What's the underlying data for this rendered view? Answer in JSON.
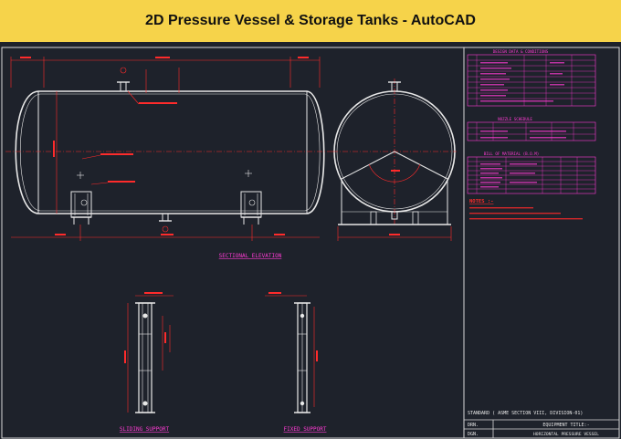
{
  "banner": {
    "title": "2D Pressure Vessel & Storage Tanks - AutoCAD",
    "bg_color": "#f6d34a"
  },
  "drawing": {
    "colors": {
      "outline": "#e8e8e8",
      "dimension": "#ff2b2b",
      "table": "#ff3bd4",
      "annotation": "#ff3bd4",
      "background": "#1e222b"
    },
    "views": {
      "sectional_elevation": "SECTIONAL ELEVATION",
      "sliding_support": "SLIDING SUPPORT",
      "fixed_support": "FIXED SUPPORT"
    },
    "tables": {
      "design_data": "DESIGN DATA & CONDITIONS",
      "nozzle_schedule": "NOZZLE SCHEDULE",
      "bill_of_material": "BILL OF MATERIAL (B.O.M)"
    },
    "notes_title": "NOTES :-",
    "standard": "STANDARD ( ASME SECTION VIII, DIVISION-01)",
    "title_block": {
      "drn_label": "DRN.",
      "dgn_label": "DGN.",
      "equipment_title_label": "EQUIPMENT TITLE:-",
      "equipment_title_value": "HORIZONTAL PRESSURE VESSEL"
    }
  }
}
